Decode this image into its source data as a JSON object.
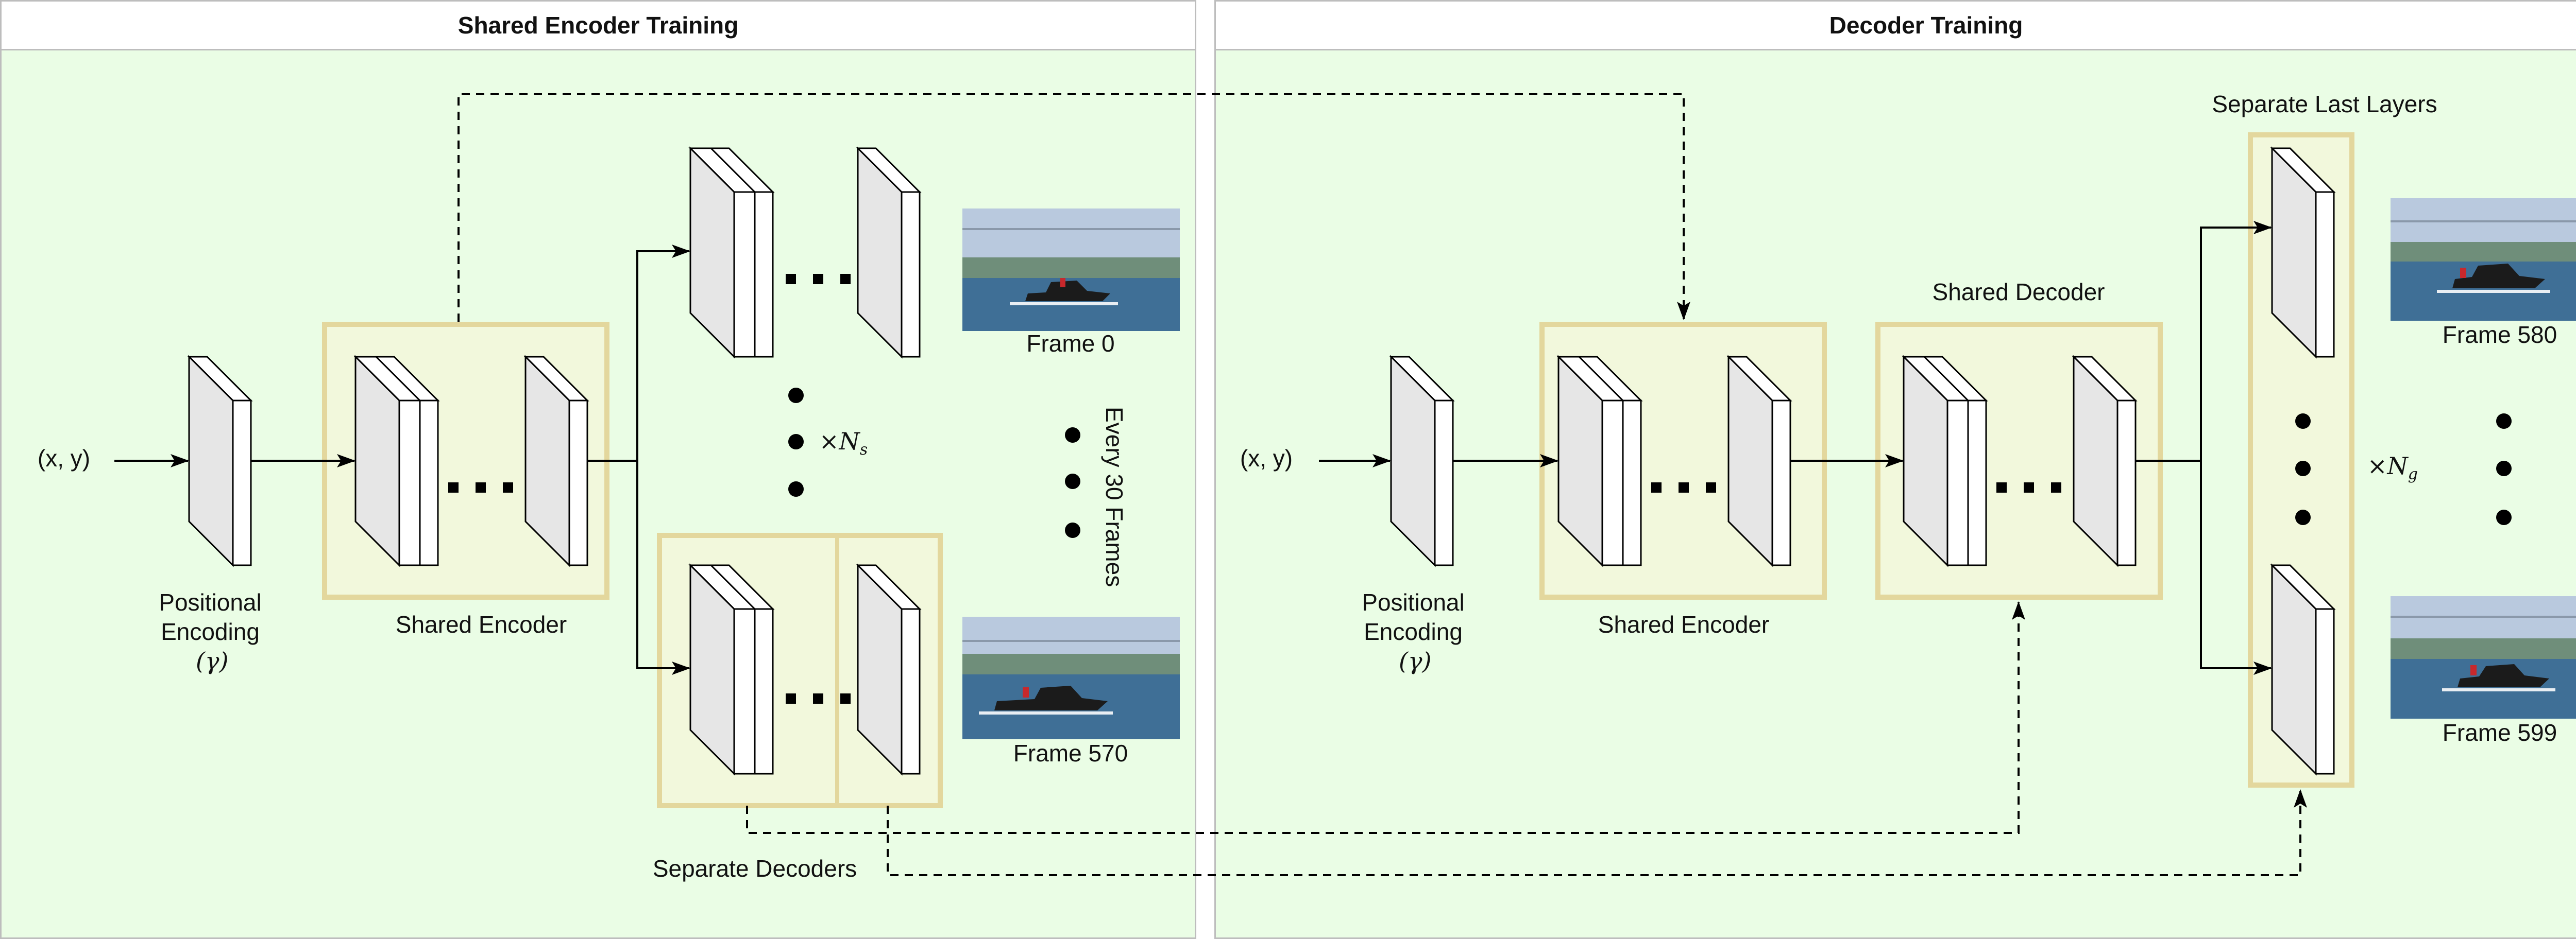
{
  "panels": {
    "left_title": "Shared Encoder Training",
    "right_title": "Decoder Training"
  },
  "left": {
    "input": "(x, y)",
    "pe_line1": "Positional",
    "pe_line2": "Encoding",
    "pe_line3": "(γ)",
    "shared_encoder": "Shared Encoder",
    "separate_decoders": "Separate Decoders",
    "frame_first": "Frame 0",
    "frame_last": "Frame 570",
    "mult_prefix": "×",
    "mult_var": "N",
    "mult_sub": "s",
    "every_frames": "Every 30 Frames"
  },
  "right": {
    "input": "(x, y)",
    "pe_line1": "Positional",
    "pe_line2": "Encoding",
    "pe_line3": "(γ)",
    "shared_encoder": "Shared Encoder",
    "shared_decoder": "Shared Decoder",
    "separate_last": "Separate Last Layers",
    "frame_first": "Frame 580",
    "frame_last": "Frame 599",
    "mult_prefix": "×",
    "mult_var": "N",
    "mult_sub": "g"
  },
  "colors": {
    "panel_bg": "#eafde5",
    "group_fill": "#f2f8dc",
    "group_border": "#e3d79d",
    "layer_front": "#e6e6e6",
    "water": "#3f6f96",
    "sky": "#b9c9de"
  }
}
